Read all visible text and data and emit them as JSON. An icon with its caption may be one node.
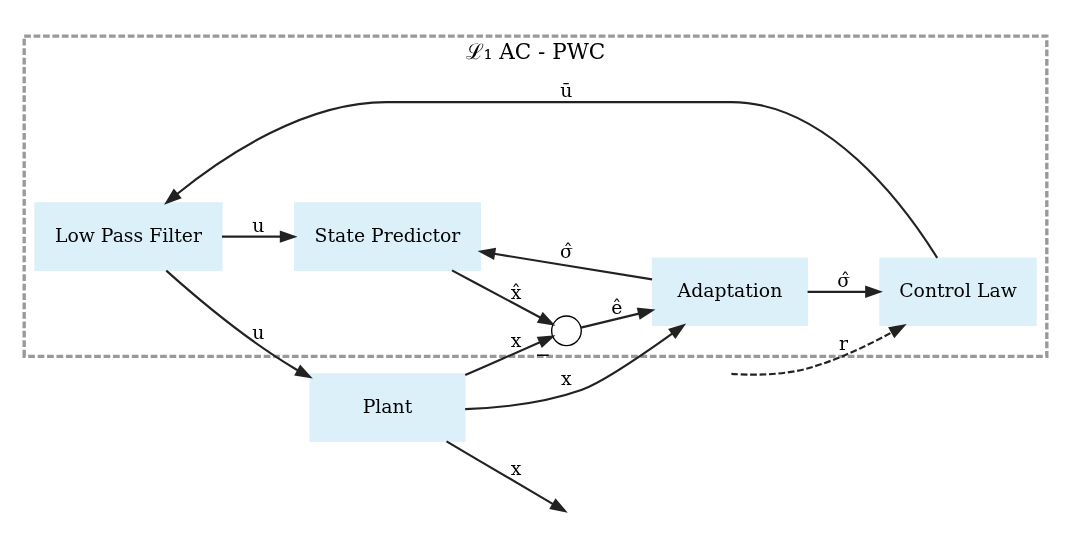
{
  "diagram": {
    "nodes": [
      {
        "text": [
          "ℒ₁ AC - PWC"
        ]
      },
      {
        "text": [
          "Plant"
        ]
      },
      {
        "text": [
          "Low Pass Filter"
        ],
        "in": 0
      },
      {
        "text": [
          "State Predictor"
        ],
        "in": 0
      },
      {
        "text": [],
        "shape": "circle",
        "beside": [
          "−"
        ],
        "in": 0
      },
      {
        "text": [
          "Control Law"
        ],
        "in": 0
      },
      {
        "text": [
          "Adaptation"
        ],
        "in": 0
      }
    ],
    "edges": [
      {
        "from": 2,
        "to": 1,
        "arrow": "to",
        "label": "u"
      },
      {
        "from": 2,
        "to": 3,
        "arrow": "to",
        "label": "u"
      },
      {
        "from": 1,
        "to": null,
        "arrow": "to",
        "label": "x"
      },
      {
        "from": 1,
        "to": 4,
        "arrow": "to",
        "label": "x"
      },
      {
        "from": 1,
        "to": 6,
        "arrow": "to",
        "label": "x"
      },
      {
        "from": 3,
        "to": 4,
        "arrow": "to",
        "label": "x̂"
      },
      {
        "from": 4,
        "to": 6,
        "arrow": "to",
        "label": "ê"
      },
      {
        "from": 6,
        "to": 5,
        "arrow": "to",
        "label": "σ̂"
      },
      {
        "from": 6,
        "to": 3,
        "arrow": "to",
        "label": "σ̂"
      },
      {
        "from": 5,
        "to": 2,
        "arrow": "to",
        "label": "ū"
      },
      {
        "from": null,
        "to": 5,
        "arrow": "to",
        "label": "r",
        "style": "dashed"
      }
    ]
  }
}
